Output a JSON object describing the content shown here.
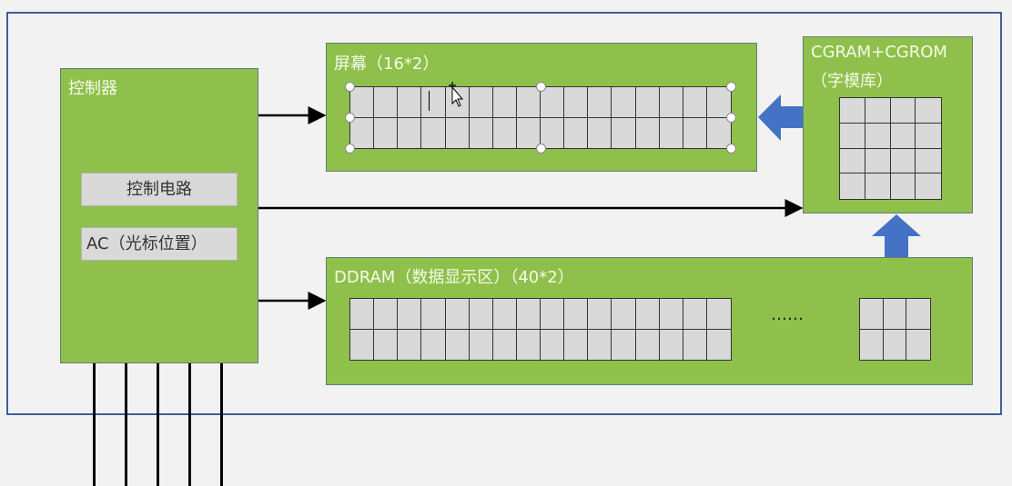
{
  "controller": {
    "title": "控制器",
    "circuit_label": "控制电路",
    "ac_label": "AC（光标位置）"
  },
  "screen": {
    "title": "屏幕（16*2）",
    "cols": 16,
    "rows": 2
  },
  "cgram": {
    "title_line1": "CGRAM+CGROM",
    "title_line2": "（字模库）",
    "cols": 4,
    "rows": 4
  },
  "ddram": {
    "title": "DDRAM（数据显示区）（40*2）",
    "cols": 16,
    "rows": 2,
    "tail_cols": 3,
    "ellipsis": "……"
  },
  "colors": {
    "green": "#8fc04c",
    "blue_arrow": "#4472c4",
    "frame": "#3f5f96"
  }
}
